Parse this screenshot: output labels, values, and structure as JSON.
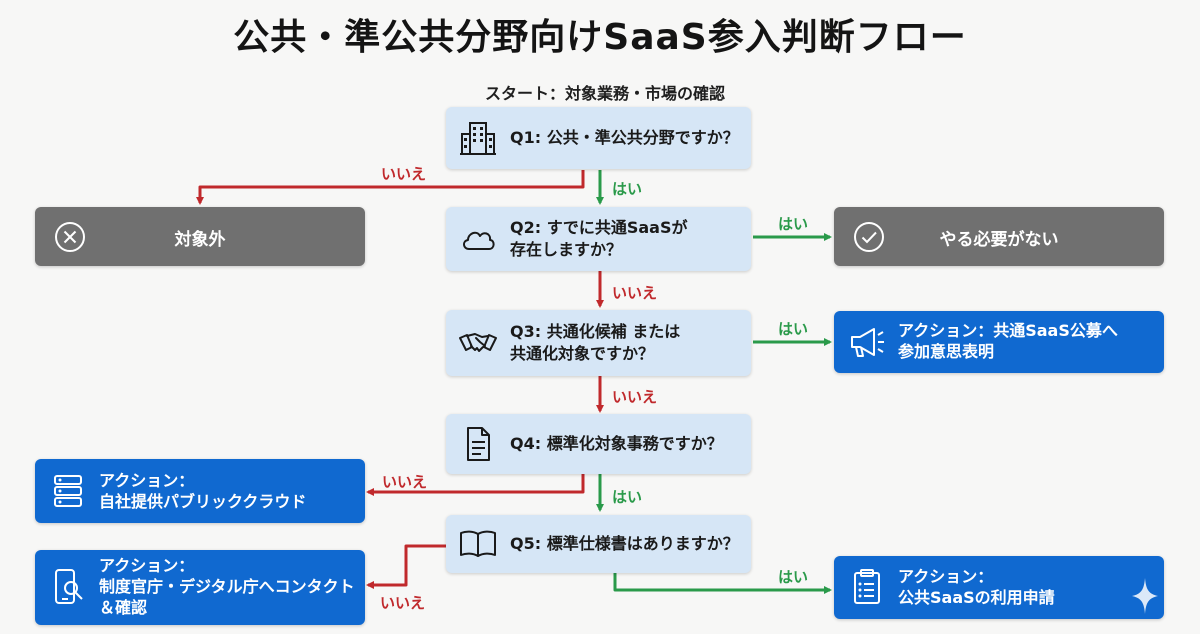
{
  "title": "公共・準公共分野向けSaaS参入判断フロー",
  "start": "スタート：対象業務・市場の確認",
  "questions": [
    {
      "text": "Q1: 公共・準公共分野ですか？",
      "icon": "building-icon"
    },
    {
      "text": "Q2: すでに共通SaaSが\n存在しますか？",
      "icon": "cloud-icon"
    },
    {
      "text": "Q3: 共通化候補 または\n共通化対象ですか？",
      "icon": "handshake-icon"
    },
    {
      "text": "Q4: 標準化対象事務ですか？",
      "icon": "document-icon"
    },
    {
      "text": "Q5: 標準仕様書はありますか？",
      "icon": "book-icon"
    }
  ],
  "outcomes": {
    "out_of_scope": {
      "text": "対象外",
      "icon": "x-circle-icon"
    },
    "no_need": {
      "text": "やる必要がない",
      "icon": "check-circle-icon"
    },
    "action_q3": {
      "text": "アクション：共通SaaS公募へ\n参加意思表明",
      "icon": "megaphone-icon"
    },
    "action_q4": {
      "text": "アクション：\n自社提供パブリッククラウド",
      "icon": "server-icon"
    },
    "action_q5_no": {
      "text": "アクション：\n制度官庁・デジタル庁へコンタクト\n＆確認",
      "icon": "phone-search-icon"
    },
    "action_q5_yes": {
      "text": "アクション：\n公共SaaSの利用申請",
      "icon": "clipboard-icon"
    }
  },
  "labels": {
    "yes": "はい",
    "no": "いいえ"
  },
  "colors": {
    "yes": "#2a9a4a",
    "no": "#c0292c",
    "question_bg": "#d6e6f6",
    "action_bg": "#1069d0",
    "neutral_bg": "#707070"
  }
}
